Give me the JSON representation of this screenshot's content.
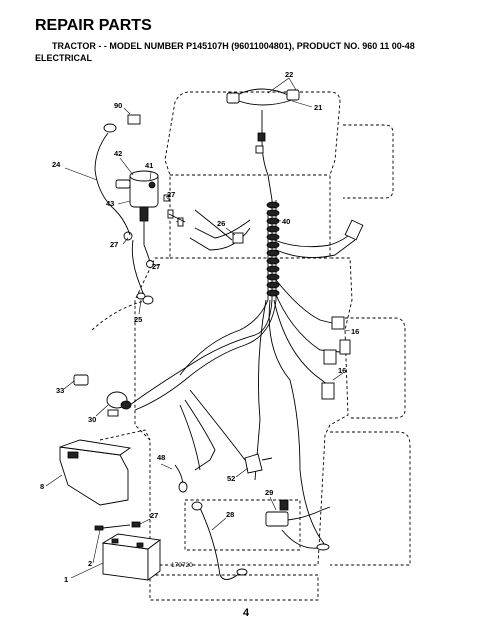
{
  "header": {
    "title": "REPAIR PARTS",
    "subtitle": "TRACTOR - - MODEL NUMBER P145107H (96011004801), PRODUCT NO. 960 11 00-48",
    "section": "ELECTRICAL"
  },
  "callouts": {
    "c22": "22",
    "c21": "21",
    "c90": "90",
    "c24": "24",
    "c42": "42",
    "c41": "41",
    "c43": "43",
    "c27a": "27",
    "c27b": "27",
    "c27c": "27",
    "c27d": "27",
    "c26": "26",
    "c40": "40",
    "c25": "25",
    "c16a": "16",
    "c16b": "16",
    "c33": "33",
    "c30": "30",
    "c8": "8",
    "c48": "48",
    "c52": "52",
    "c29": "29",
    "c28": "28",
    "c2": "2",
    "c1": "1"
  },
  "art_number": "179720",
  "page_number": "4"
}
